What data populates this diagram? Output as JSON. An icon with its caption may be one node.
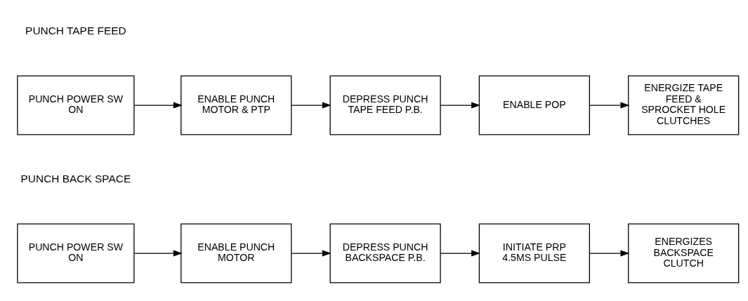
{
  "diagram": {
    "nodes": [
      {
        "text": [
          "PUNCH POWER SW ON"
        ]
      },
      {
        "text": [
          "ENABLE PUNCH MOTOR & PTP"
        ]
      },
      {
        "text": [
          "DEPRESS PUNCH TAPE FEED P.B."
        ]
      },
      {
        "text": [
          "ENABLE POP"
        ]
      },
      {
        "text": [
          "ENERGIZE TAPE FEED & SPROCKET HOLE CLUTCHES"
        ]
      },
      {
        "text": [
          "PUNCH POWER SW ON"
        ]
      },
      {
        "text": [
          "ENABLE PUNCH MOTOR"
        ]
      },
      {
        "text": [
          "DEPRESS PUNCH BACKSPACE P.B."
        ]
      },
      {
        "text": [
          "INITIATE PRP 4.5MS PULSE"
        ]
      },
      {
        "text": [
          "ENERGIZES BACKSPACE CLUTCH"
        ]
      }
    ],
    "edges": [
      {
        "from": 0,
        "to": 1,
        "arrow": "to"
      },
      {
        "from": 1,
        "to": 2,
        "arrow": "to"
      },
      {
        "from": 2,
        "to": 3,
        "arrow": "to"
      },
      {
        "from": 3,
        "to": 4,
        "arrow": "to"
      },
      {
        "from": 5,
        "to": 6,
        "arrow": "to"
      },
      {
        "from": 6,
        "to": 7,
        "arrow": "to"
      },
      {
        "from": 7,
        "to": 8,
        "arrow": "to"
      },
      {
        "from": 8,
        "to": 9,
        "arrow": "to"
      }
    ],
    "labels": [
      "PUNCH TAPE FEED",
      "PUNCH BACK SPACE"
    ]
  }
}
